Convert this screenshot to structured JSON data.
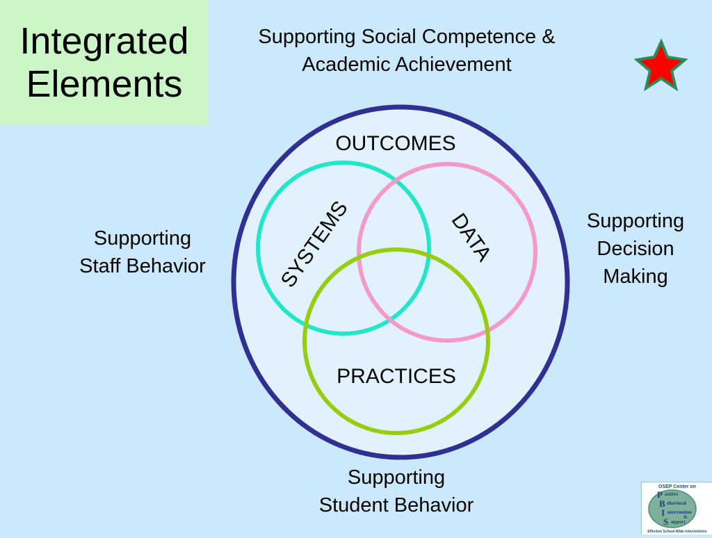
{
  "title": {
    "line1": "Integrated",
    "line2": "Elements"
  },
  "labels": {
    "top_line1": "Supporting Social Competence &",
    "top_line2": "Academic Achievement",
    "left_line1": "Supporting",
    "left_line2": "Staff Behavior",
    "right_line1": "Supporting",
    "right_line2": "Decision",
    "right_line3": "Making",
    "bottom_line1": "Supporting",
    "bottom_line2": "Student Behavior"
  },
  "diagram": {
    "outcomes": "OUTCOMES",
    "systems": "SYSTEMS",
    "data": "DATA",
    "practices": "PRACTICES"
  },
  "colors": {
    "background": "#cce8fb",
    "title_box": "#ccf5c8",
    "outer_ellipse": "#2e3192",
    "ellipse_fill": "#e2f2fd",
    "systems_circle": "#22e6c8",
    "data_circle": "#f49ac8",
    "practices_circle": "#99cc11",
    "star_fill": "#ff0000",
    "star_stroke": "#2a8c5a"
  },
  "icons": {
    "star": "star-icon",
    "logo": "pbis-logo"
  },
  "logo": {
    "header": "OSEP Center on",
    "line1": "ositive",
    "line2": "ehavioral",
    "line3": "ntervention",
    "line4": "&",
    "line5": "upport",
    "footer": "Effective School-Wide Interventions"
  }
}
